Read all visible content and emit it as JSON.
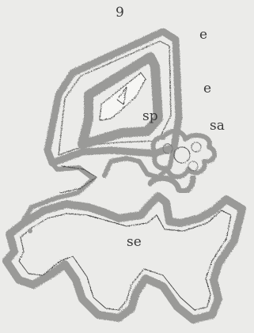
{
  "figure": {
    "number": "9",
    "labels": {
      "e_top": "e",
      "e_mid": "e",
      "sp": "sp",
      "sa": "sa",
      "se": "se"
    }
  }
}
